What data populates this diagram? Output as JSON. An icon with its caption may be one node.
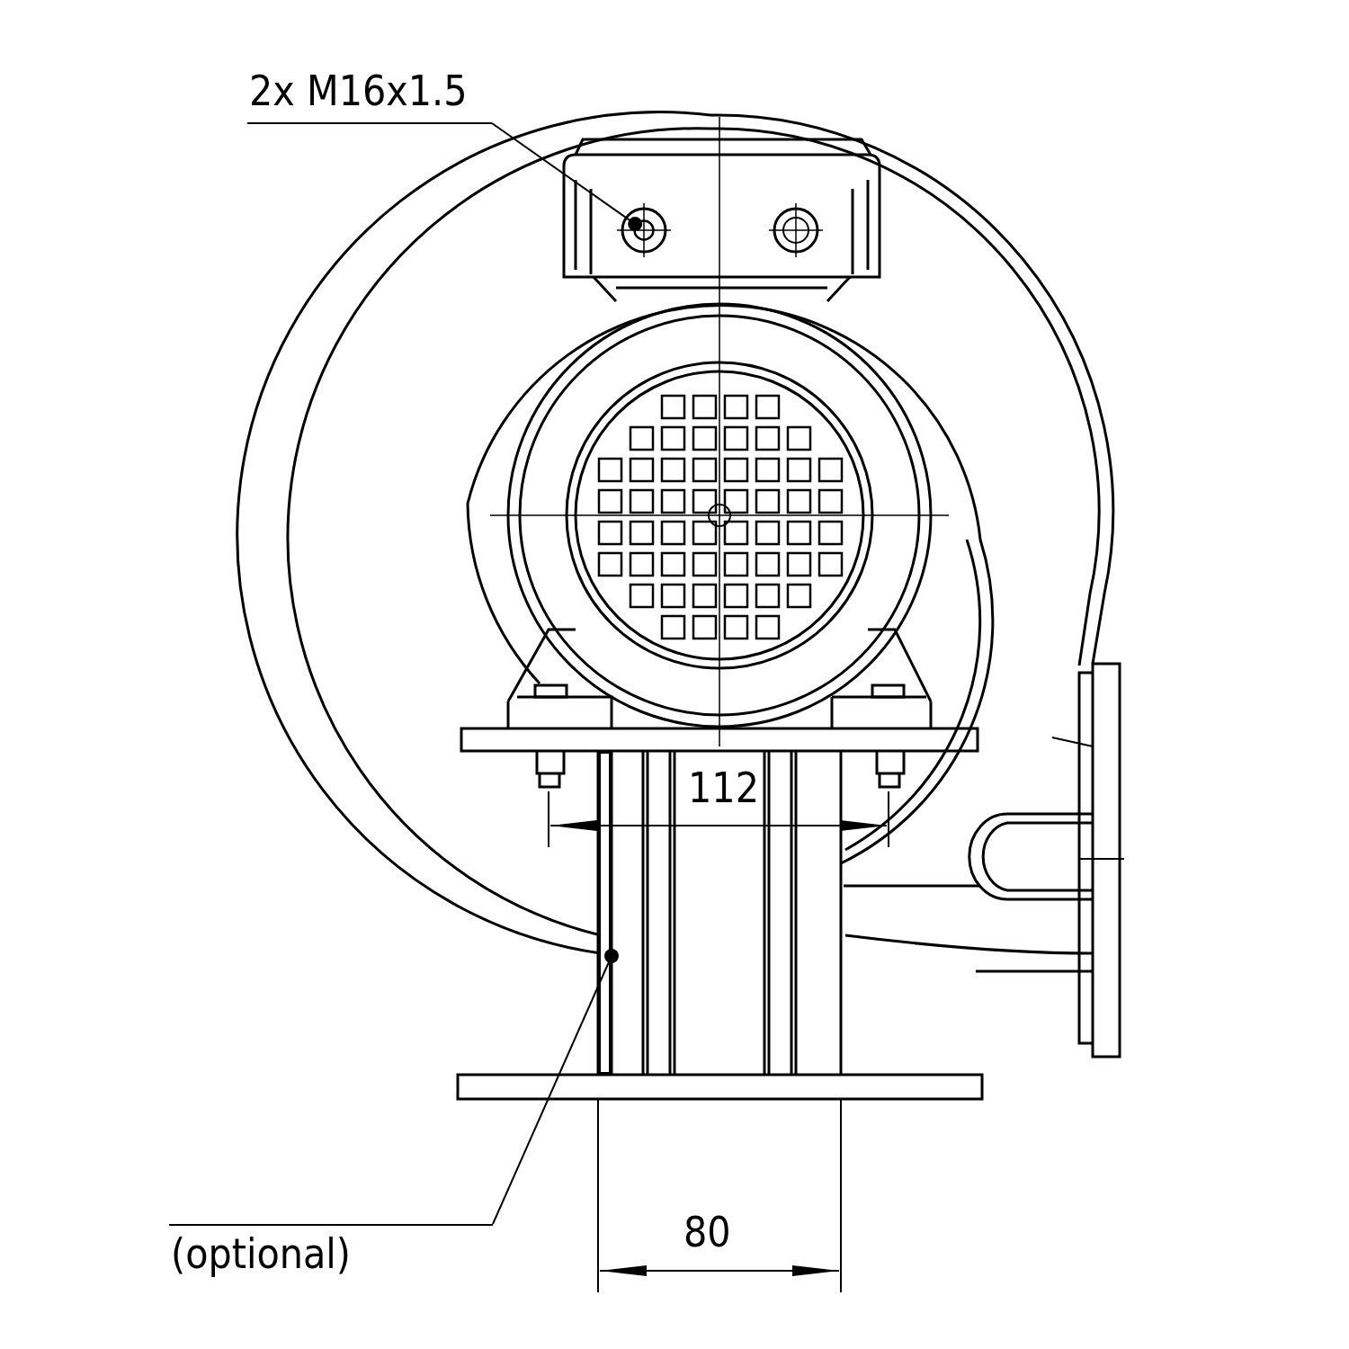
{
  "diagram": {
    "nodes": [
      {
        "text": [
          "2x M16x1.5"
        ]
      },
      {
        "text": [],
        "shape": "circle"
      },
      {
        "text": [
          "(optional)"
        ]
      },
      {
        "text": [],
        "shape": "bar"
      }
    ],
    "edges": [
      {
        "from": 0,
        "to": 1,
        "arrow": "other"
      },
      {
        "from": 2,
        "to": 3,
        "arrow": "other"
      }
    ],
    "labels": [
      "112",
      "80"
    ]
  }
}
